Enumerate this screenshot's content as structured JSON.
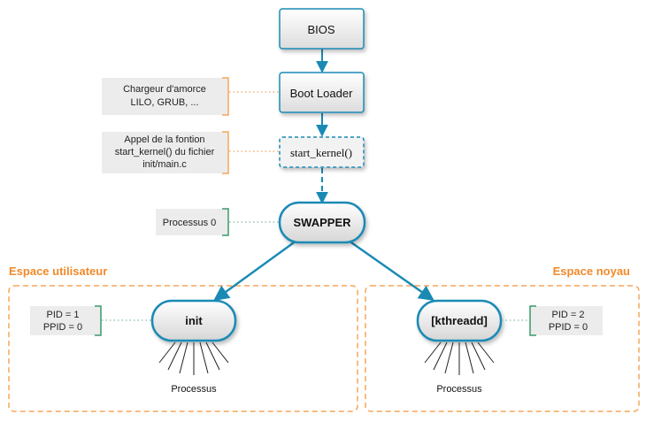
{
  "nodes": {
    "bios": "BIOS",
    "boot_loader": "Boot Loader",
    "start_kernel": "start_kernel()",
    "swapper": "SWAPPER",
    "init": "init",
    "kthreadd": "[kthreadd]"
  },
  "annotations": {
    "bootloader_note": [
      "Chargeur d'amorce",
      "LILO, GRUB, ..."
    ],
    "start_kernel_note": [
      "Appel de la fontion",
      "start_kernel() du fichier",
      "init/main.c"
    ],
    "swapper_note": [
      "Processus 0"
    ],
    "init_note": [
      "PID = 1",
      "PPID = 0"
    ],
    "kthreadd_note": [
      "PID = 2",
      "PPID = 0"
    ]
  },
  "regions": {
    "user_space": "Espace utilisateur",
    "kernel_space": "Espace noyau"
  },
  "process_labels": {
    "init_children": "Processus",
    "kthreadd_children": "Processus"
  },
  "colors": {
    "node_border": "#1a8ab5",
    "arrow": "#1a8ab5",
    "region_border": "#f5a55a",
    "region_title": "#f08a2c",
    "note_bg": "#ececec",
    "bracket_orange": "#f5a55a",
    "bracket_green": "#3a9a6a",
    "dotted_connector": "#7fbf9a"
  }
}
